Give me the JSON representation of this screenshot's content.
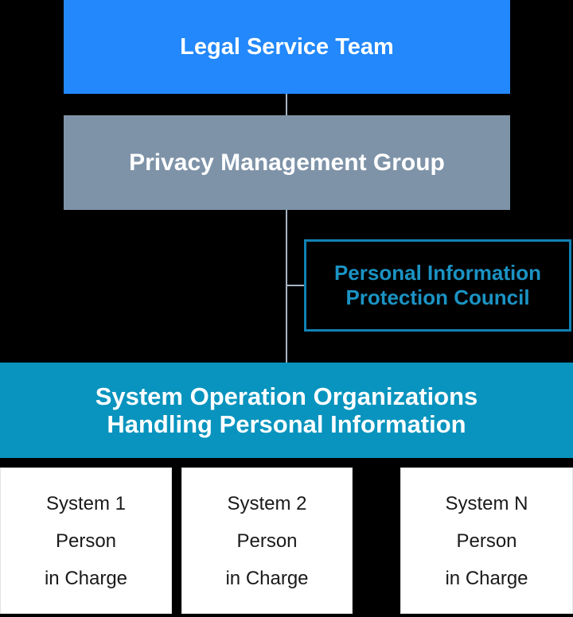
{
  "diagram": {
    "type": "org-chart",
    "nodes": {
      "legal_service_team": {
        "label": "Legal Service Team"
      },
      "privacy_management_group": {
        "label": "Privacy Management Group"
      },
      "personal_information_protection_council": {
        "label_line1": "Personal Information",
        "label_line2": "Protection Council"
      },
      "system_operation_organizations": {
        "label_line1": "System Operation Organizations",
        "label_line2": "Handling Personal Information"
      },
      "system_persons": [
        {
          "lines": [
            "System 1",
            "Person",
            "in Charge"
          ]
        },
        {
          "lines": [
            "System 2",
            "Person",
            "in Charge"
          ]
        },
        {
          "lines": [
            "System N",
            "Person",
            "in Charge"
          ]
        }
      ]
    },
    "colors": {
      "background": "#000000",
      "legal_box": "#2288FB",
      "privacy_box": "#7E93A8",
      "council_border": "#1182B4",
      "council_text": "#1B93C4",
      "system_ops_box": "#0894BE",
      "white_box_bg": "#FFFFFF",
      "white_box_text": "#1A1A1A",
      "connector": "#A9B5C5",
      "header_text": "#FFFFFF"
    }
  }
}
